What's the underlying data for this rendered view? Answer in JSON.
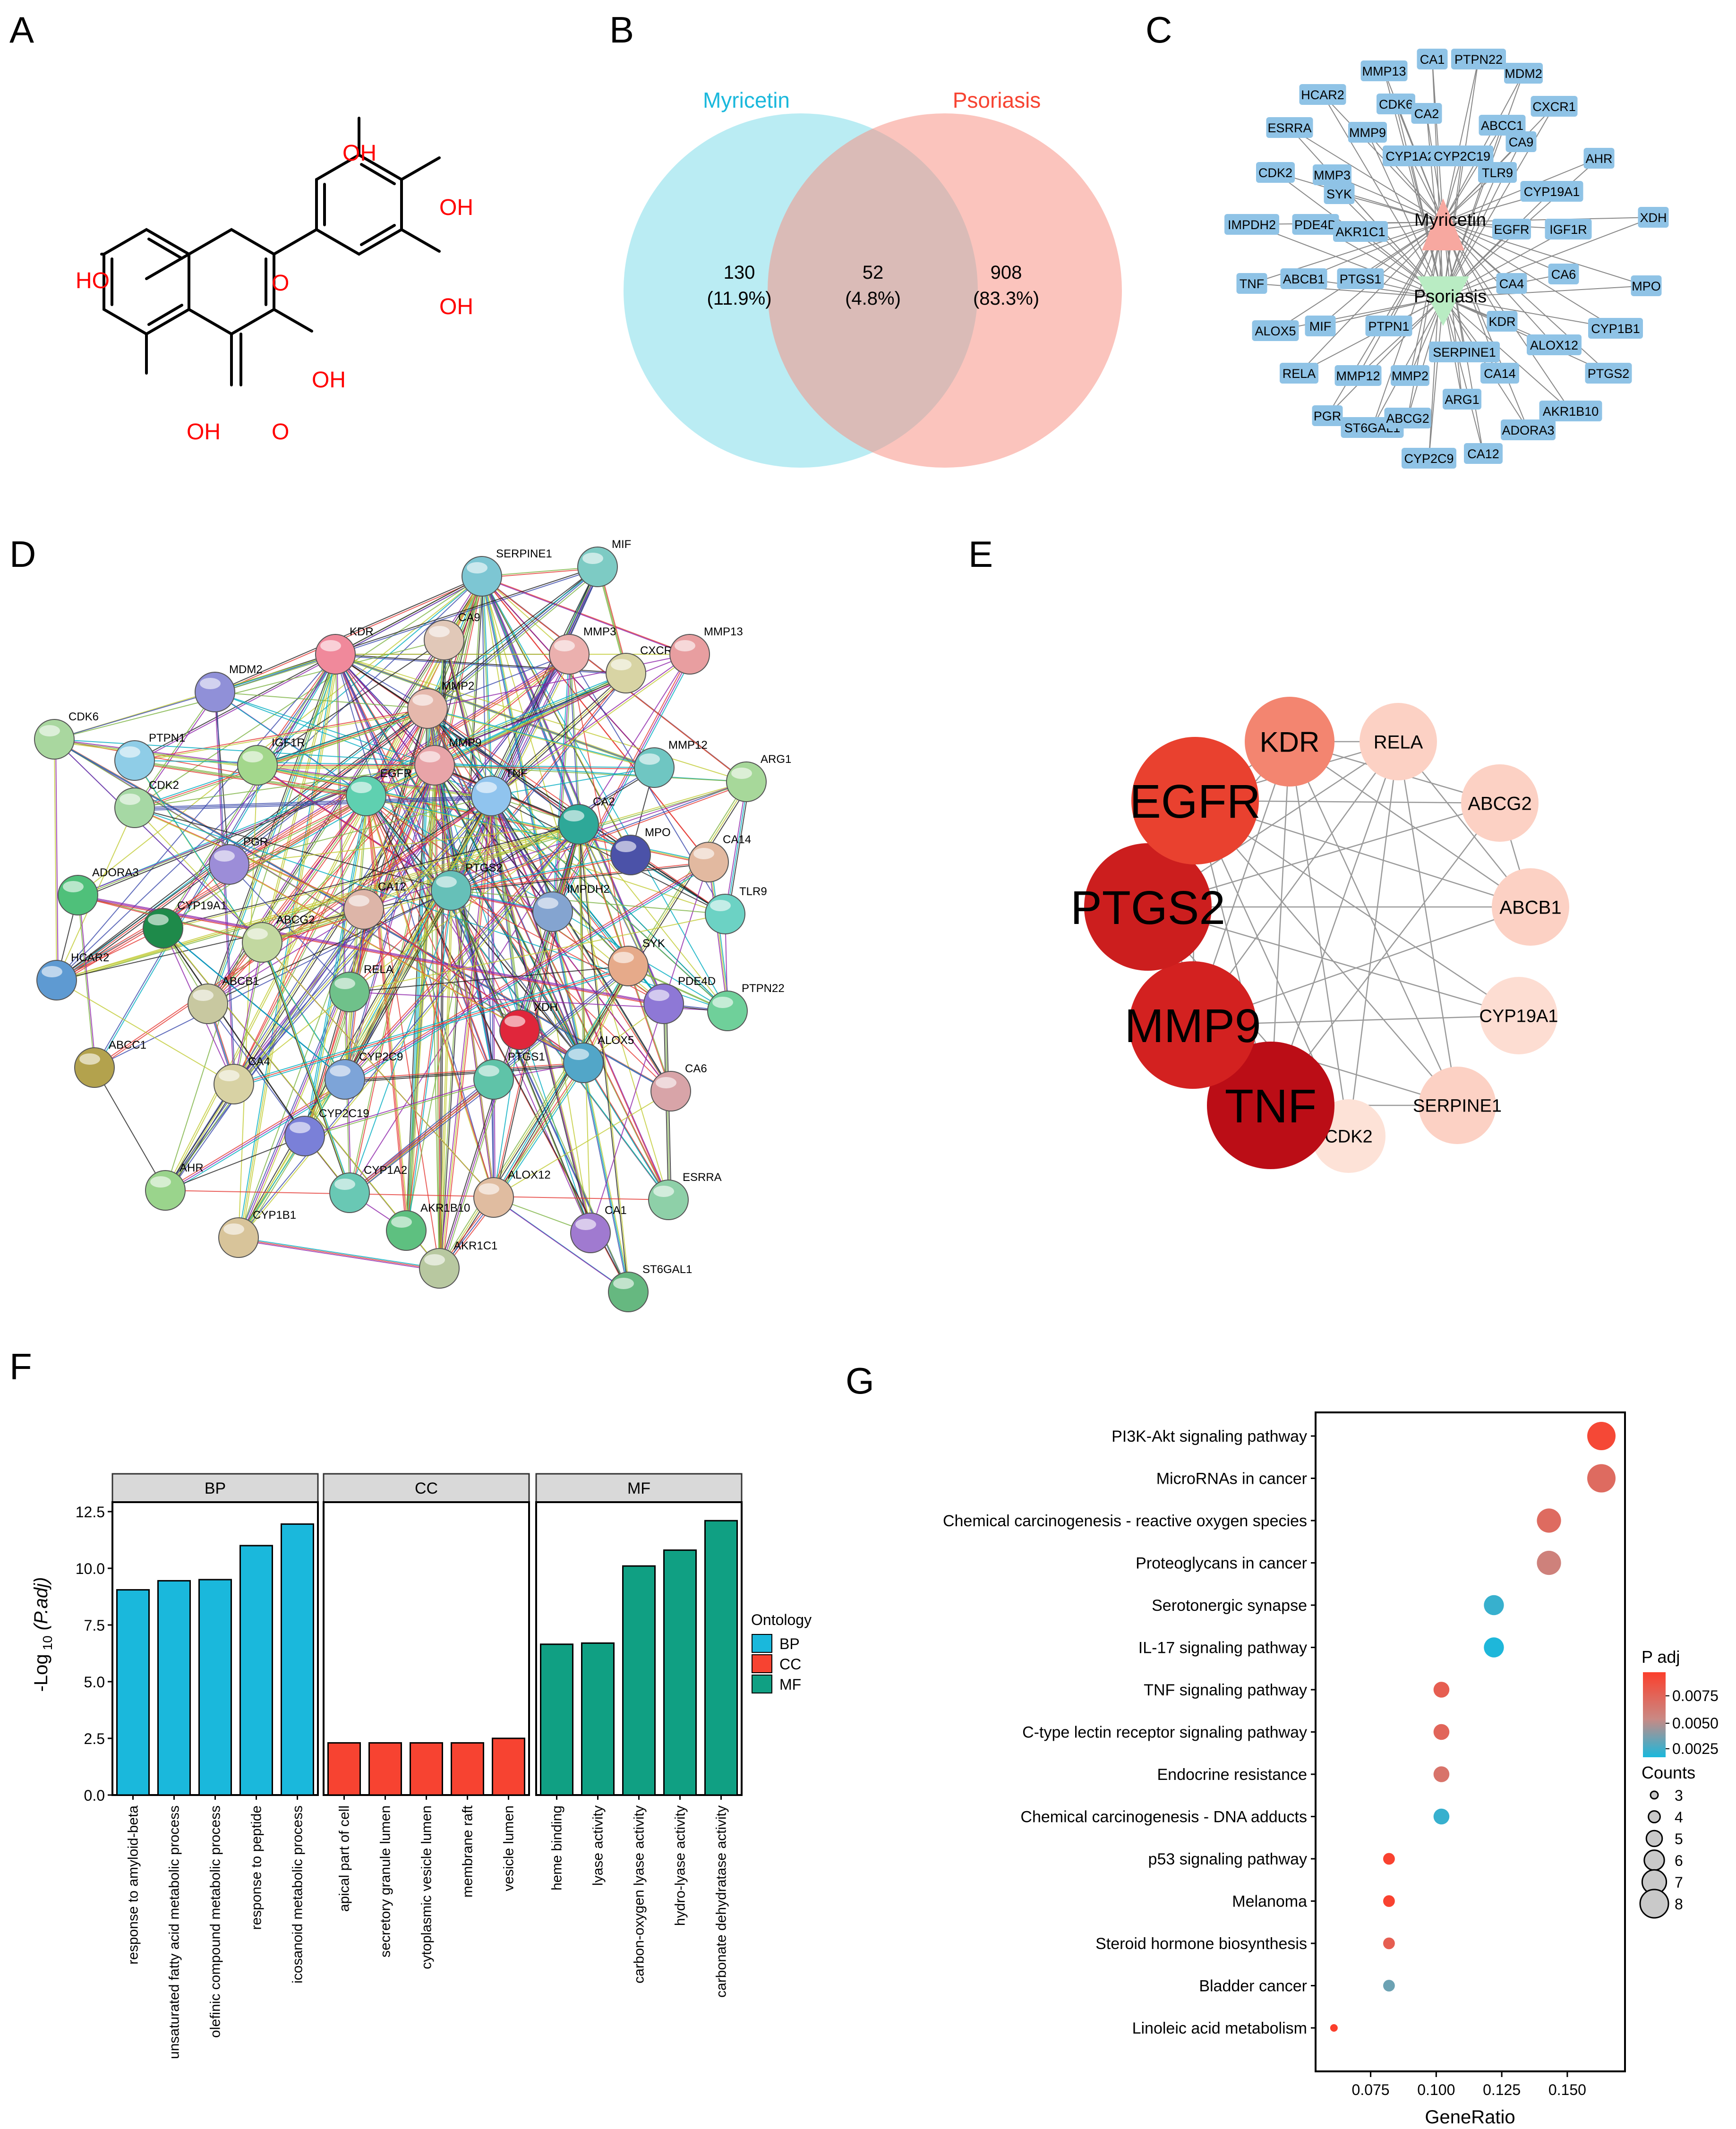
{
  "panels": [
    "A",
    "B",
    "C",
    "D",
    "E",
    "F",
    "G"
  ],
  "molecule": {
    "labels": [
      "HO",
      "OH",
      "OH",
      "OH",
      "OH",
      "OH",
      "O",
      "O"
    ]
  },
  "venn": {
    "left_name": "Myricetin",
    "right_name": "Psoriasis",
    "left_only": "130",
    "left_only_pct": "(11.9%)",
    "both": "52",
    "both_pct": "(4.8%)",
    "right_only": "908",
    "right_only_pct": "(83.3%)",
    "left_color": "#5ad2e2",
    "right_color": "#f78d80"
  },
  "network_c": {
    "center_top": "Myricetin",
    "center_bottom": "Psoriasis",
    "node_color": "#8fc3e6",
    "targets": [
      "CA1",
      "PTPN22",
      "MDM2",
      "CXCR1",
      "CA9",
      "AHR",
      "XDH",
      "MPO",
      "CYP1B1",
      "PTGS2",
      "AKR1B10",
      "ADORA3",
      "CA12",
      "CYP2C9",
      "ST6GAL1",
      "PGR",
      "RELA",
      "ALOX5",
      "TNF",
      "IMPDH2",
      "CDK2",
      "ESRRA",
      "HCAR2",
      "MMP13",
      "CDK6",
      "CA2",
      "MMP9",
      "MMP3",
      "SYK",
      "CYP1A2",
      "CYP2C19",
      "ABCC1",
      "TLR9",
      "CYP19A1",
      "IGF1R",
      "EGFR",
      "PDE4D",
      "AKR1C1",
      "ABCB1",
      "PTGS1",
      "MIF",
      "PTPN1",
      "CA4",
      "CA6",
      "KDR",
      "ALOX12",
      "SERPINE1",
      "CA14",
      "ARG1",
      "ABCG2",
      "MMP2",
      "MMP12"
    ]
  },
  "ppi_d": {
    "nodes": [
      "SERPINE1",
      "MIF",
      "KDR",
      "CA9",
      "MMP3",
      "CXCR1",
      "MMP13",
      "MDM2",
      "MMP2",
      "CDK6",
      "PTPN1",
      "IGF1R",
      "MMP9",
      "EGFR",
      "TNF",
      "MMP12",
      "ARG1",
      "CDK2",
      "CA2",
      "MPO",
      "CA14",
      "PGR",
      "ADORA3",
      "PTGS2",
      "CYP19A1",
      "CA12",
      "IMPDH2",
      "TLR9",
      "ABCG2",
      "SYK",
      "HCAR2",
      "RELA",
      "PDE4D",
      "PTPN22",
      "ABCB1",
      "XDH",
      "ABCC1",
      "CA4",
      "CYP2C9",
      "ALOX5",
      "PTGS1",
      "CA6",
      "CYP2C19",
      "AHR",
      "CYP1A2",
      "ALOX12",
      "ESRRA",
      "CYP1B1",
      "AKR1B10",
      "AKR1C1",
      "CA1",
      "ST6GAL1"
    ]
  },
  "hub_e": {
    "nodes": [
      {
        "label": "KDR",
        "color": "#f38570"
      },
      {
        "label": "RELA",
        "color": "#fcd1c4"
      },
      {
        "label": "ABCG2",
        "color": "#fcd1c4"
      },
      {
        "label": "ABCB1",
        "color": "#fcd1c4"
      },
      {
        "label": "CYP19A1",
        "color": "#fdddd2"
      },
      {
        "label": "SERPINE1",
        "color": "#fcd1c4"
      },
      {
        "label": "CDK2",
        "color": "#fde2d7"
      },
      {
        "label": "TNF",
        "color": "#bb0d16"
      },
      {
        "label": "MMP9",
        "color": "#d32120"
      },
      {
        "label": "PTGS2",
        "color": "#cc1e1e"
      },
      {
        "label": "EGFR",
        "color": "#e9412f"
      }
    ]
  },
  "chart_data": [
    {
      "type": "bar",
      "panel": "F",
      "ylabel_main": "-Log",
      "ylabel_sub": "10",
      "ylabel_paren": "(P.adj)",
      "ylim": [
        0,
        12.5
      ],
      "yticks": [
        "0.0",
        "2.5",
        "5.0",
        "7.5",
        "10.0",
        "12.5"
      ],
      "facets": [
        {
          "name": "BP",
          "color": "#1ab8dc",
          "categories": [
            "response to amyloid-beta",
            "unsaturated fatty acid metabolic process",
            "olefinic compound metabolic process",
            "response to peptide",
            "icosanoid metabolic process"
          ],
          "values": [
            9.05,
            9.45,
            9.5,
            11.0,
            11.95
          ]
        },
        {
          "name": "CC",
          "color": "#f74331",
          "categories": [
            "apical part of cell",
            "secretory granule lumen",
            "cytoplasmic vesicle lumen",
            "membrane raft",
            "vesicle lumen"
          ],
          "values": [
            2.3,
            2.3,
            2.3,
            2.3,
            2.5
          ]
        },
        {
          "name": "MF",
          "color": "#10a083",
          "categories": [
            "heme binding",
            "lyase activity",
            "carbon-oxygen lyase activity",
            "hydro-lyase activity",
            "carbonate dehydratase activity"
          ],
          "values": [
            6.65,
            6.7,
            10.1,
            10.8,
            12.1
          ]
        }
      ],
      "legend_title": "Ontology",
      "legend": [
        "BP",
        "CC",
        "MF"
      ]
    },
    {
      "type": "scatter",
      "panel": "G",
      "xlabel": "GeneRatio",
      "xticks": [
        0.075,
        0.1,
        0.125,
        0.15
      ],
      "xtick_labels": [
        "0.075",
        "0.100",
        "0.125",
        "0.150"
      ],
      "xlim": [
        0.054,
        0.172
      ],
      "categories": [
        "PI3K-Akt signaling pathway",
        "MicroRNAs in cancer",
        "Chemical carcinogenesis - reactive oxygen species",
        "Proteoglycans in cancer",
        "Serotonergic synapse",
        "IL-17 signaling pathway",
        "TNF signaling pathway",
        "C-type lectin receptor signaling pathway",
        "Endocrine resistance",
        "Chemical carcinogenesis - DNA adducts",
        "p53 signaling pathway",
        "Melanoma",
        "Steroid hormone biosynthesis",
        "Bladder cancer",
        "Linoleic acid metabolism"
      ],
      "gene_ratio": [
        0.163,
        0.163,
        0.143,
        0.143,
        0.122,
        0.122,
        0.102,
        0.102,
        0.102,
        0.102,
        0.082,
        0.082,
        0.082,
        0.082,
        0.061
      ],
      "counts": [
        8,
        8,
        7,
        7,
        6,
        6,
        5,
        5,
        5,
        5,
        4,
        4,
        4,
        4,
        3
      ],
      "p_adj": [
        0.0085,
        0.0065,
        0.0065,
        0.0052,
        0.0012,
        0.0006,
        0.0072,
        0.0068,
        0.006,
        0.0012,
        0.0088,
        0.0088,
        0.0072,
        0.0025,
        0.009
      ],
      "color_legend_title": "P adj",
      "color_ticks": [
        "0.0075",
        "0.0050",
        "0.0025"
      ],
      "color_low": "#1ab8dc",
      "color_mid": "#c98984",
      "color_high": "#fb3f2c",
      "size_legend_title": "Counts",
      "size_legend": [
        "3",
        "4",
        "5",
        "6",
        "7",
        "8"
      ]
    }
  ]
}
